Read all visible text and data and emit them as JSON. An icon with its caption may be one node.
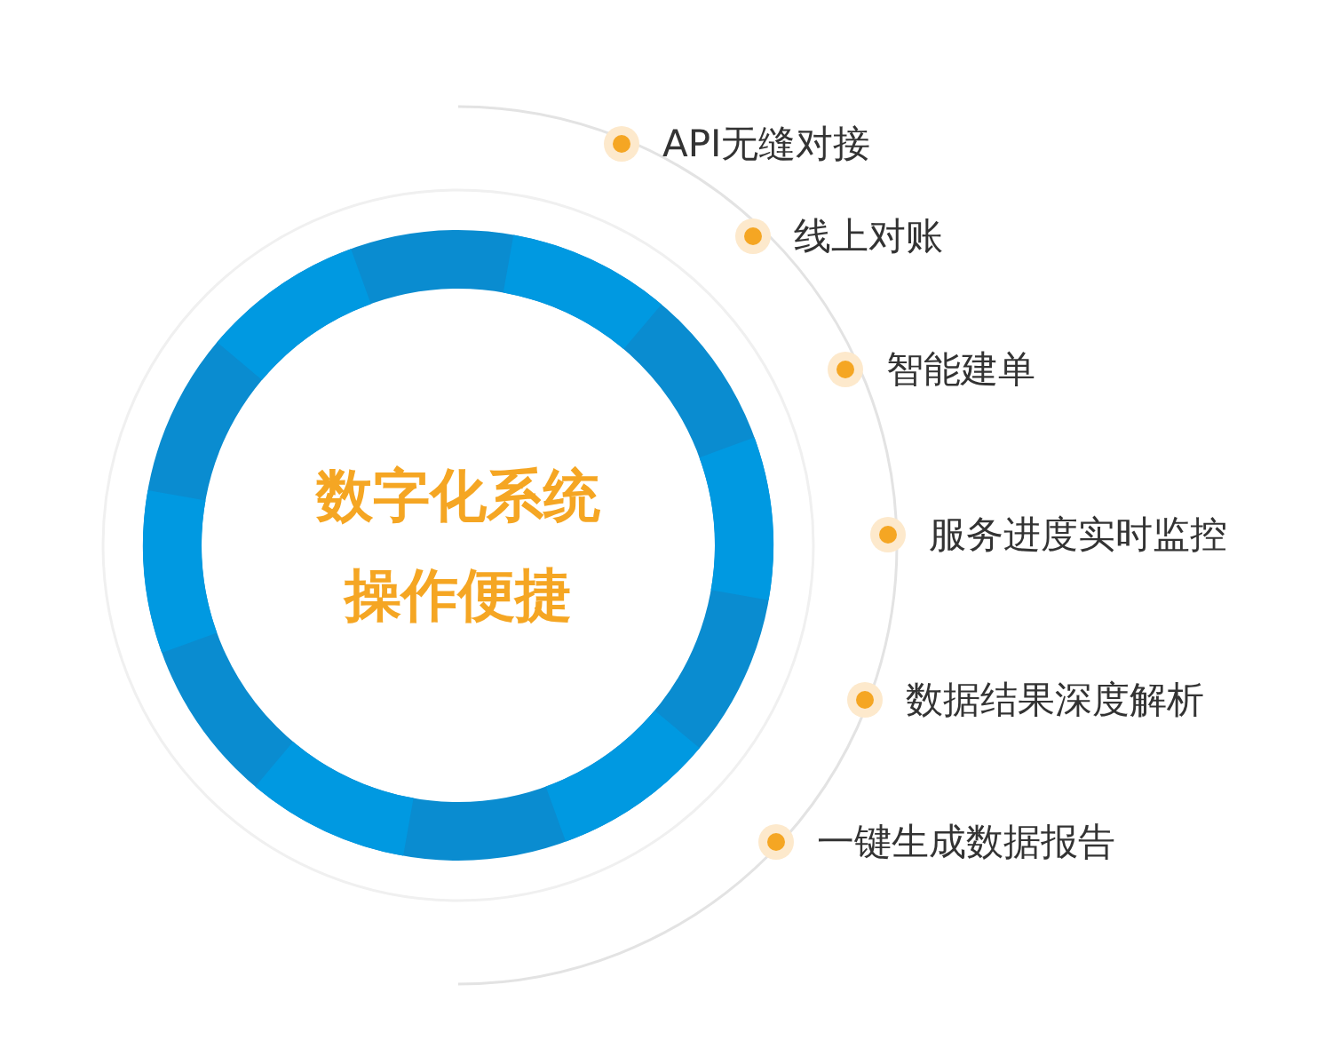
{
  "diagram": {
    "nodes": [
      {
        "text": [
          "数字化系统操作便捷"
        ]
      },
      {
        "text": [
          "API无缝对接"
        ]
      },
      {
        "text": [
          "线上对账"
        ]
      },
      {
        "text": [
          "智能建单"
        ]
      },
      {
        "text": [
          "服务进度实时监控"
        ]
      },
      {
        "text": [
          "数据结果深度解析"
        ]
      },
      {
        "text": [
          "一键生成数据报告"
        ]
      }
    ]
  }
}
